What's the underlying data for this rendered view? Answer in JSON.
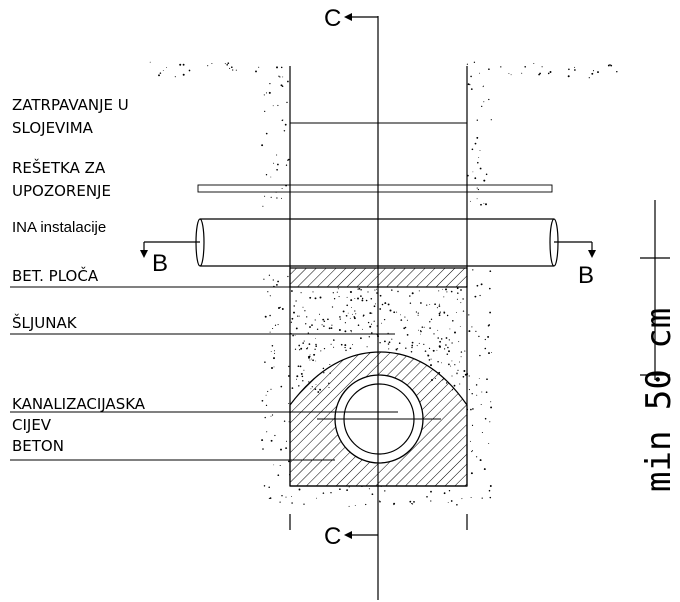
{
  "labels": {
    "backfill": [
      "ZATRPAVANJE U",
      "SLOJEVIMA"
    ],
    "warning_grid": [
      "REŠETKA ZA",
      "UPOZORENJE"
    ],
    "ina": "INA instalacije",
    "concrete_slab": "BET. PLOČA",
    "gravel": "ŠLJUNAK",
    "pipe": [
      "KANALIZACIJASKA",
      "CIJEV"
    ],
    "concrete": "BETON"
  },
  "section_marks": {
    "c_top": "C",
    "c_bottom": "C",
    "b_left": "B",
    "b_right": "B"
  },
  "dimension": {
    "text": "min 50 cm"
  },
  "colors": {
    "line": "#000000",
    "background": "#ffffff"
  }
}
